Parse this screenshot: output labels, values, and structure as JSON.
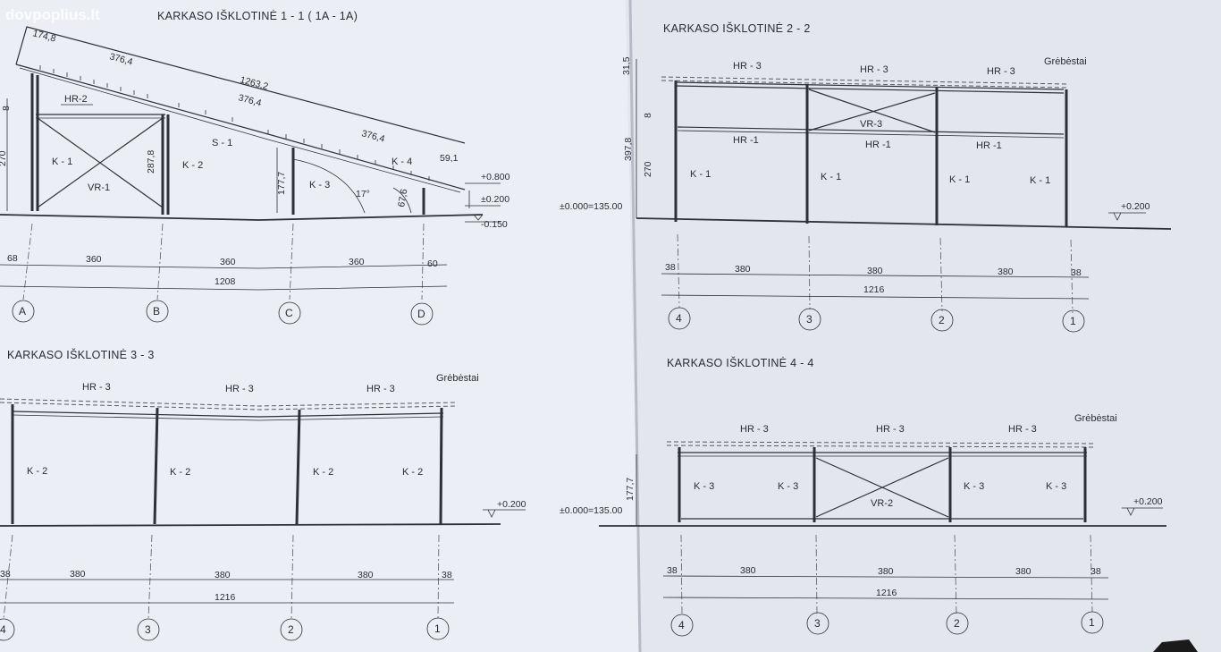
{
  "watermark": "dovpoplius.lt",
  "views": {
    "v1": {
      "title": "KARKASO IŠKLOTINĖ 1 - 1 ( 1A - 1A)",
      "members": [
        "HR-2",
        "K - 1",
        "VR-1",
        "K - 2",
        "S - 1",
        "K - 3",
        "K - 4"
      ],
      "dims": {
        "d1": "174,8",
        "d2": "376,4",
        "d3": "1263,2",
        "d4": "376,4",
        "d5": "376,4",
        "d6": "59,1",
        "d7": "287,8",
        "d8": "177,7",
        "d9": "17°",
        "d10": "67,6",
        "h1": "270",
        "h2": "8"
      },
      "levels": [
        "+0.800",
        "±0.200",
        "-0.150"
      ],
      "bottom_dims": [
        "68",
        "360",
        "360",
        "360",
        "60"
      ],
      "total": "1208",
      "grid": [
        "A",
        "B",
        "C",
        "D"
      ]
    },
    "v2": {
      "title": "KARKASO IŠKLOTINĖ 2 - 2",
      "members": [
        "HR - 3",
        "HR - 3",
        "HR - 3",
        "Grėbėstai",
        "VR-3",
        "HR -1",
        "HR -1",
        "HR -1",
        "K - 1",
        "K - 1",
        "K - 1",
        "K - 1"
      ],
      "left_dims": [
        "31,5",
        "8",
        "397,8",
        "270"
      ],
      "zero": "±0.000=135.00",
      "level": "+0.200",
      "bottom_dims": [
        "38",
        "380",
        "380",
        "380",
        "38"
      ],
      "total": "1216",
      "grid": [
        "4",
        "3",
        "2",
        "1"
      ]
    },
    "v3": {
      "title": "KARKASO IŠKLOTINĖ 3 - 3",
      "members": [
        "HR - 3",
        "HR - 3",
        "HR - 3",
        "Grėbėstai",
        "K - 2",
        "K - 2",
        "K - 2",
        "K - 2"
      ],
      "level": "+0.200",
      "bottom_dims": [
        "38",
        "380",
        "380",
        "380",
        "38"
      ],
      "total": "1216",
      "grid": [
        "4",
        "3",
        "2",
        "1"
      ]
    },
    "v4": {
      "title": "KARKASO IŠKLOTINĖ 4 - 4",
      "members": [
        "HR - 3",
        "HR - 3",
        "HR - 3",
        "Grėbėstai",
        "K - 3",
        "K - 3",
        "VR-2",
        "K - 3",
        "K - 3"
      ],
      "left_dim": "177,7",
      "zero": "±0.000=135.00",
      "level": "+0.200",
      "bottom_dims": [
        "38",
        "380",
        "380",
        "380",
        "38"
      ],
      "total": "1216",
      "grid": [
        "4",
        "3",
        "2",
        "1"
      ]
    }
  }
}
